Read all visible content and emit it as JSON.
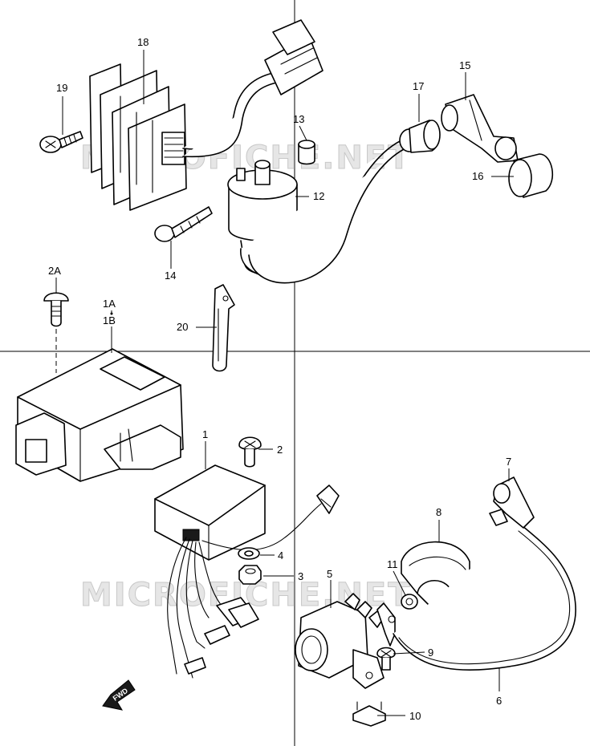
{
  "watermark": {
    "text_top": "MICROFICHE.NET",
    "text_bottom": "MICROFICHE.NET"
  },
  "direction_arrow": {
    "label": "FWD"
  },
  "callouts": {
    "p1": "1",
    "p1a": "1A",
    "p1b": "1B",
    "p2": "2",
    "p2a": "2A",
    "p3": "3",
    "p4": "4",
    "p5": "5",
    "p6": "6",
    "p7": "7",
    "p8": "8",
    "p9": "9",
    "p10": "10",
    "p11": "11",
    "p12": "12",
    "p13": "13",
    "p14": "14",
    "p15": "15",
    "p16": "16",
    "p17": "17",
    "p18": "18",
    "p19": "19",
    "p20": "20"
  }
}
